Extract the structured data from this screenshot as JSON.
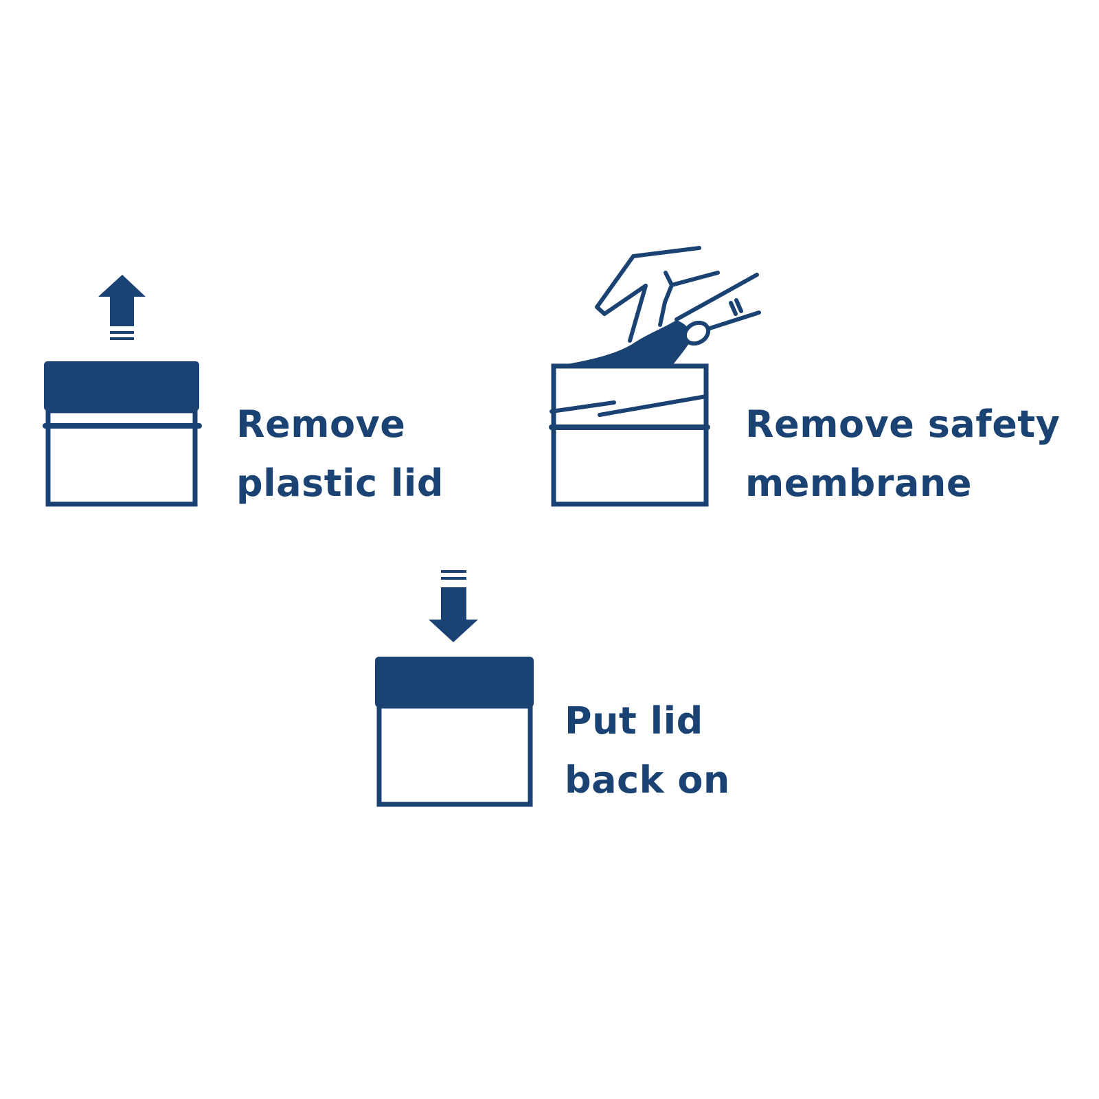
{
  "title": "Jar opening instructions",
  "accent_color": "#1a4373",
  "steps": [
    {
      "id": "remove-lid",
      "line1": "Remove",
      "line2": "plastic lid",
      "icon": "jar-lid-up-arrow-icon"
    },
    {
      "id": "remove-membrane",
      "line1": "Remove safety",
      "line2": "membrane",
      "icon": "hand-peeling-membrane-icon"
    },
    {
      "id": "replace-lid",
      "line1": "Put lid",
      "line2": "back on",
      "icon": "jar-lid-down-arrow-icon"
    }
  ]
}
